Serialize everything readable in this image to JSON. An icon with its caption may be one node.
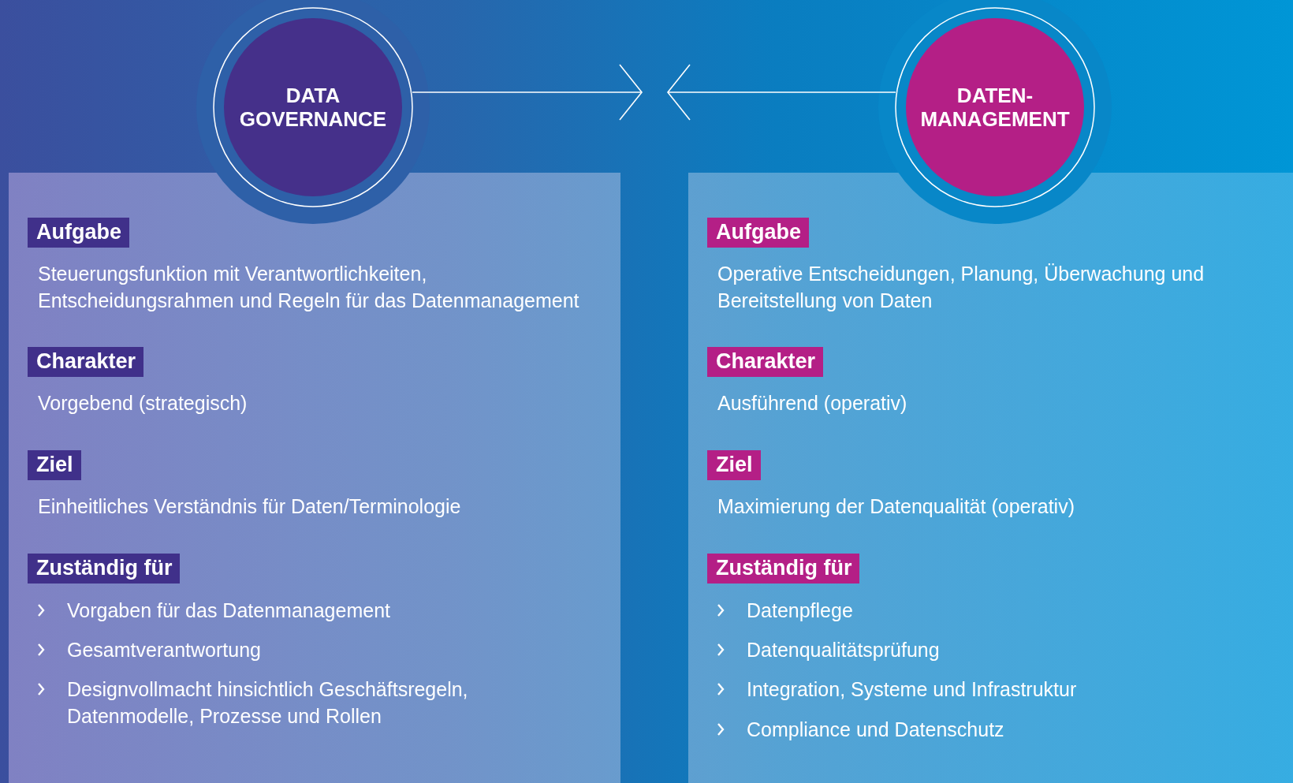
{
  "diagram": {
    "nodes": [
      {
        "text": [
          "DATA GOVERNANCE"
        ]
      },
      {
        "text": [
          "DATEN-MANAGEMENT"
        ]
      },
      {
        "text": [
          "Steuerungsfunktion mit Verantwortlichkeiten, Entscheidungsrahmen und Regeln für das Datenmanagement",
          "Vorgebend (strategisch)",
          "Einheitliches Verständnis für Daten/Terminologie",
          "Vorgaben für das Datenmanagement",
          "Gesamtverantwortung",
          "Designvollmacht hinsichtlich Geschäftsregeln, Datenmodelle, Prozesse und Rollen"
        ]
      },
      {
        "text": [
          "Aufgabe"
        ],
        "in": 2
      },
      {
        "text": [
          "Charakter"
        ],
        "in": 2
      },
      {
        "text": [
          "Ziel"
        ],
        "in": 2
      },
      {
        "text": [
          "Zuständig für"
        ],
        "in": 2
      },
      {
        "text": [
          "Operative Entscheidungen, Planung, Überwachung und Bereitstellung von Daten",
          "Ausführend (operativ)",
          "Maximierung der Datenqualität (operativ)",
          "Datenpflege",
          "Datenqualitätsprüfung",
          "Integration, Systeme und Infrastruktur",
          "Compliance und Datenschutz"
        ]
      },
      {
        "text": [
          "Aufgabe"
        ],
        "in": 7
      },
      {
        "text": [
          "Charakter"
        ],
        "in": 7
      },
      {
        "text": [
          "Ziel"
        ],
        "in": 7
      },
      {
        "text": [
          "Zuständig für"
        ],
        "in": 7
      }
    ],
    "edges": [
      {
        "from": 0,
        "to": null,
        "arrow": "to"
      },
      {
        "from": 1,
        "to": null,
        "arrow": "to"
      }
    ]
  }
}
